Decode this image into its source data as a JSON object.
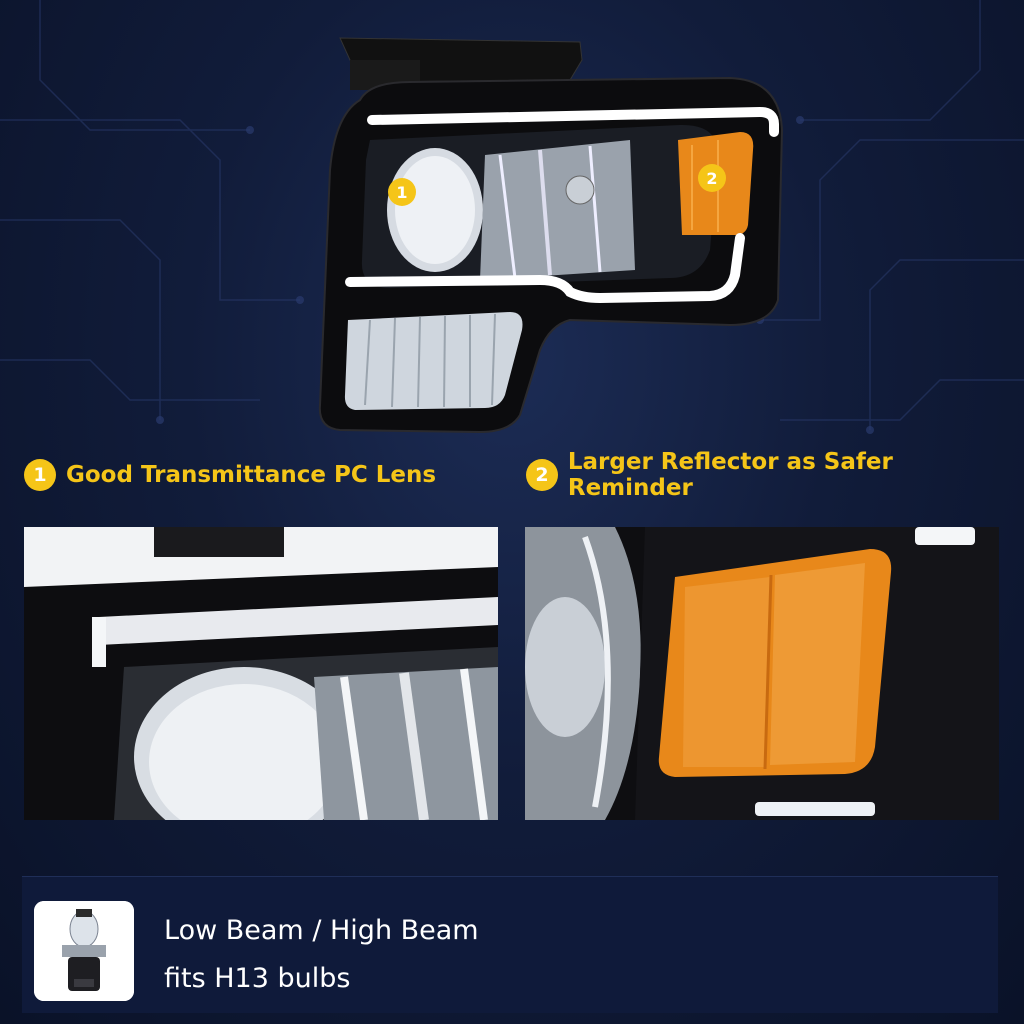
{
  "features": [
    {
      "number": "1",
      "title": "Good Transmittance PC Lens"
    },
    {
      "number": "2",
      "title": "Larger Reflector as Safer Reminder"
    }
  ],
  "hero_markers": [
    "1",
    "2"
  ],
  "bulb_info": {
    "line1": "Low Beam / High Beam",
    "line2": "fits H13 bulbs"
  },
  "colors": {
    "accent": "#f5c518",
    "background": "#111c3a",
    "amber": "#e8881a"
  },
  "icons": {
    "bulb": "h13-bulb-icon"
  }
}
